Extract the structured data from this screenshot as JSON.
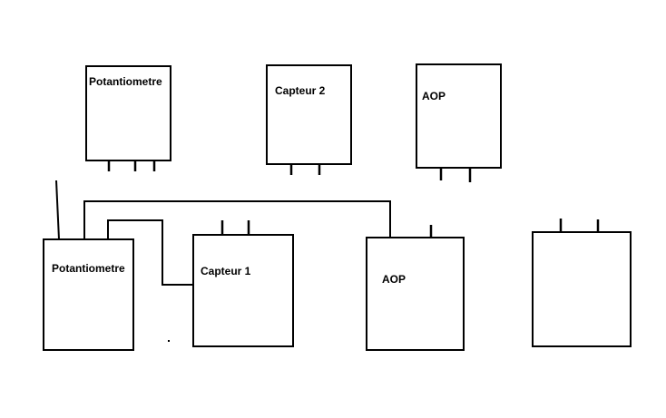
{
  "diagram": {
    "blocks": [
      {
        "id": "pot-top",
        "label": "Potantiometre"
      },
      {
        "id": "capteur-2",
        "label": "Capteur 2"
      },
      {
        "id": "aop-top",
        "label": "AOP"
      },
      {
        "id": "pot-bottom",
        "label": "Potantiometre"
      },
      {
        "id": "capteur-1",
        "label": "Capteur 1"
      },
      {
        "id": "aop-bottom",
        "label": "AOP"
      },
      {
        "id": "blank-block",
        "label": ""
      }
    ]
  }
}
